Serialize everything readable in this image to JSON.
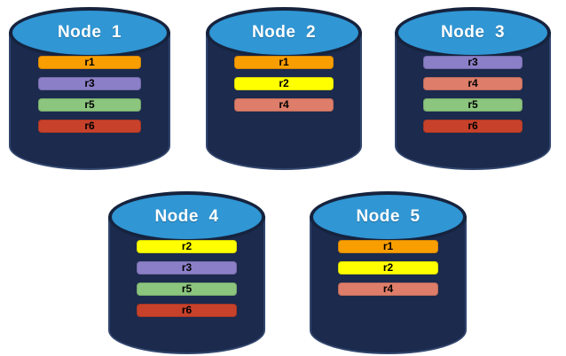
{
  "diagram": {
    "description": "Five database nodes holding replicated partitions r1-r6",
    "nodes": [
      {
        "label": "Node  1",
        "replicas": [
          "r1",
          "r3",
          "r5",
          "r6"
        ]
      },
      {
        "label": "Node  2",
        "replicas": [
          "r1",
          "r2",
          "r4"
        ]
      },
      {
        "label": "Node  3",
        "replicas": [
          "r3",
          "r4",
          "r5",
          "r6"
        ]
      },
      {
        "label": "Node  4",
        "replicas": [
          "r2",
          "r3",
          "r5",
          "r6"
        ]
      },
      {
        "label": "Node  5",
        "replicas": [
          "r1",
          "r2",
          "r4"
        ]
      }
    ],
    "palette": {
      "r1": "#F99E00",
      "r2": "#FFFF00",
      "r3": "#8B7FC7",
      "r4": "#DD7D6A",
      "r5": "#8BC57E",
      "r6": "#C7412B"
    },
    "cylinder_colors": {
      "body": "#1B2A4D",
      "body_outline": "#32466E",
      "top_fill": "#3096D4",
      "top_border": "#16233E",
      "title_text": "#FFFFFF",
      "bar_text": "#000000"
    }
  }
}
